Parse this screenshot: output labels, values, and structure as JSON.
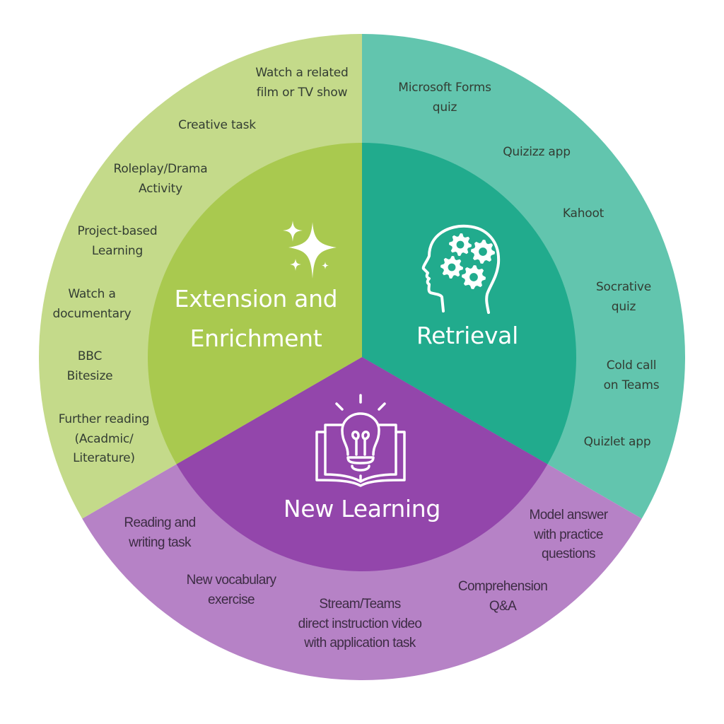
{
  "colors": {
    "extension_inner": "#a9c94f",
    "extension_outer": "#c4da8a",
    "retrieval_inner": "#21ab8d",
    "retrieval_outer": "#62c5ae",
    "new_learning_inner": "#9346ab",
    "new_learning_outer": "#b682c6",
    "title_text": "#ffffff",
    "item_text": "#333d33"
  },
  "segments": {
    "extension": {
      "title": "Extension and\nEnrichment",
      "icon": "sparkles-icon",
      "items": [
        "Watch a related\nfilm or TV show",
        "Creative task",
        "Roleplay/Drama\nActivity",
        "Project-based\nLearning",
        "Watch a\ndocumentary",
        "BBC\nBitesize",
        "Further reading\n(Acadmic/\nLiterature)"
      ]
    },
    "retrieval": {
      "title": "Retrieval",
      "icon": "head-gears-icon",
      "items": [
        "Microsoft Forms\nquiz",
        "Quizizz app",
        "Kahoot",
        "Socrative\nquiz",
        "Cold call\non Teams",
        "Quizlet app"
      ]
    },
    "new_learning": {
      "title": "New Learning",
      "icon": "book-lightbulb-icon",
      "items": [
        "Reading and\nwriting task",
        "New vocabulary\nexercise",
        "Stream/Teams\ndirect instruction video\nwith application task",
        "Comprehension\nQ&A",
        "Model answer\nwith practice\nquestions"
      ]
    }
  }
}
